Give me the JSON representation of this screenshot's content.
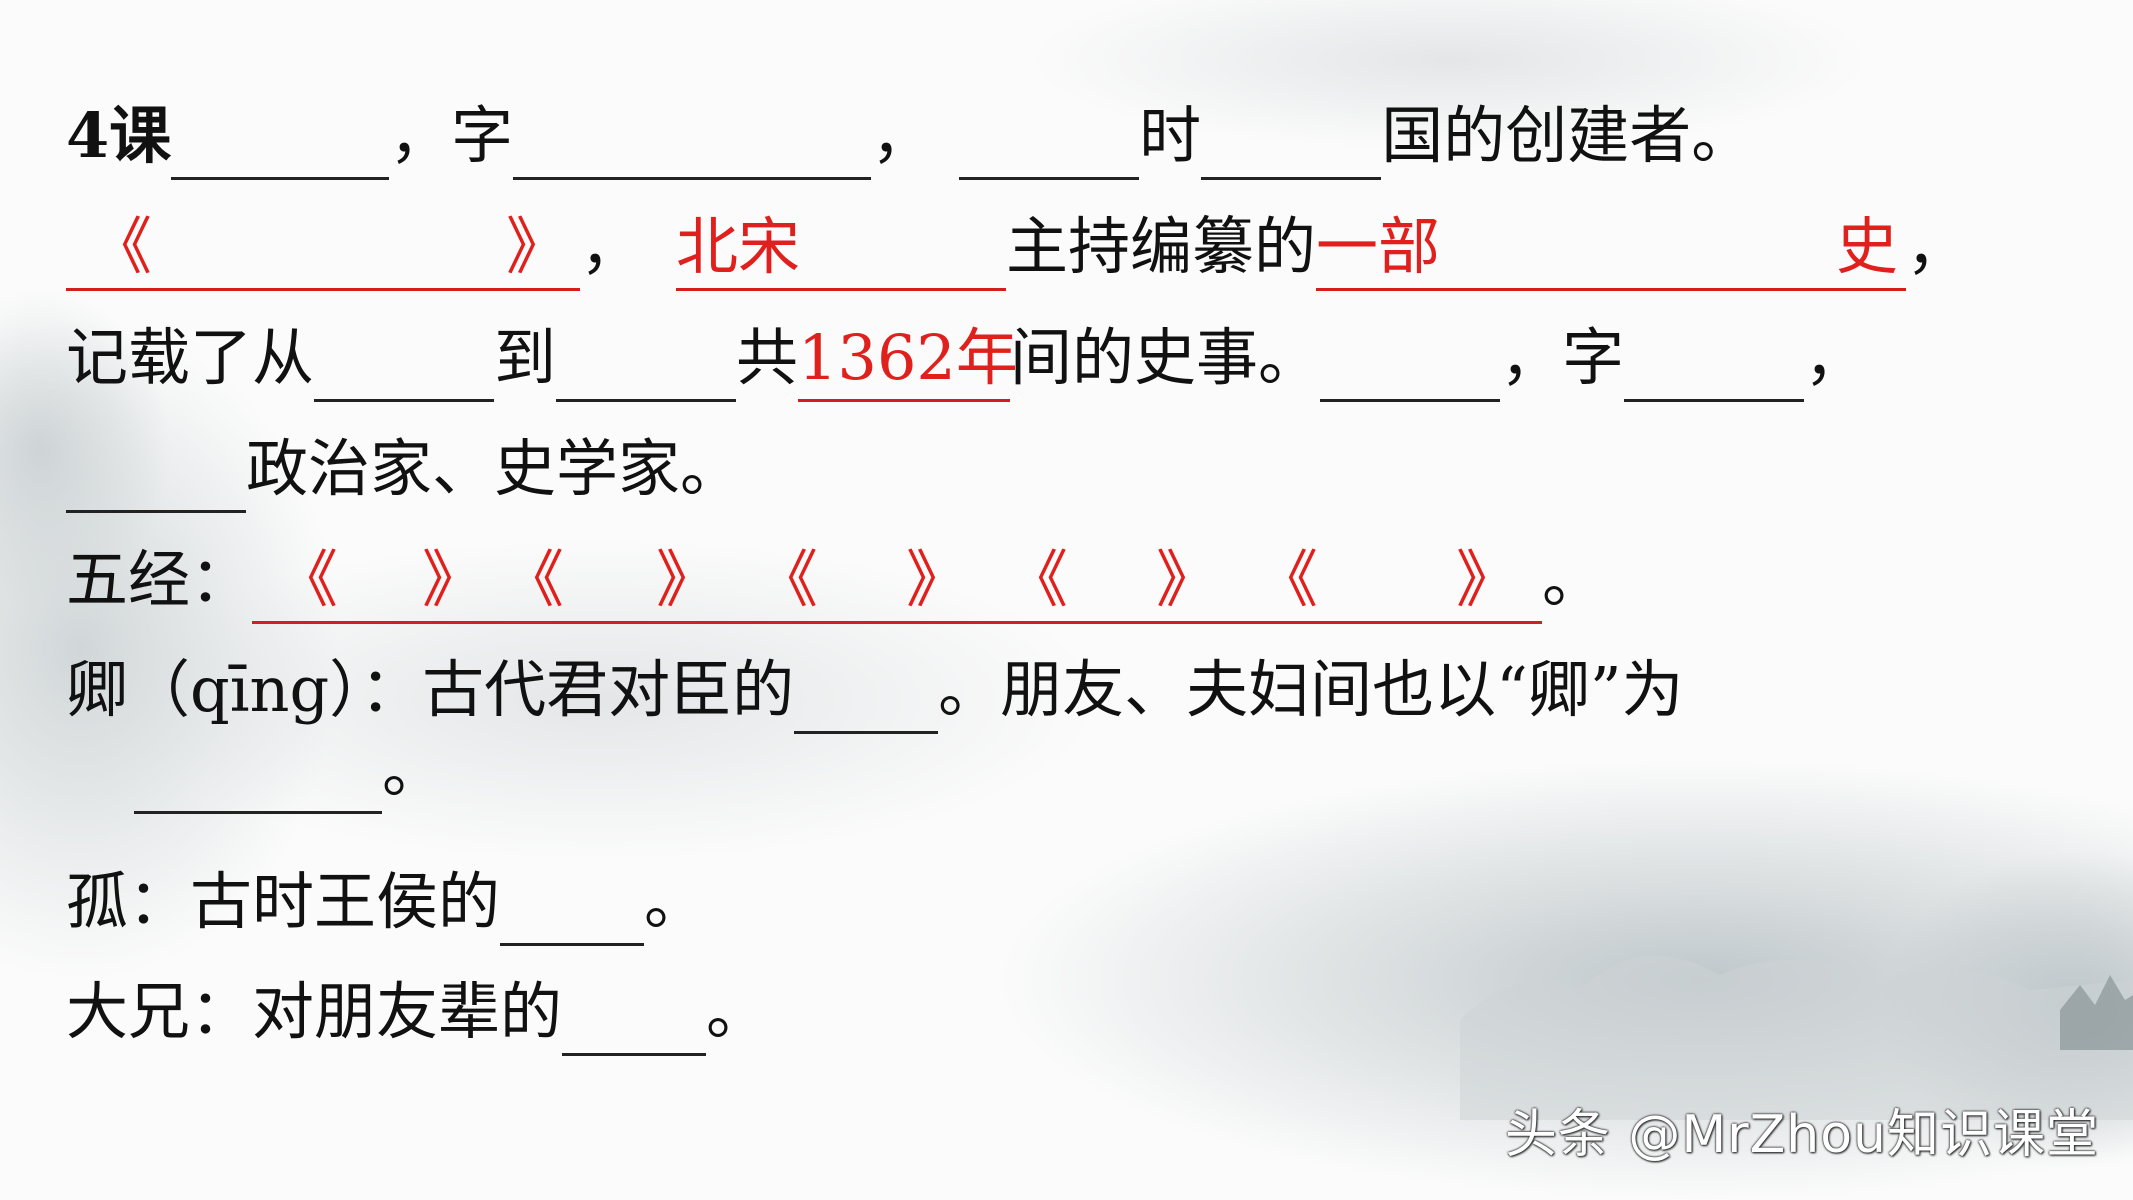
{
  "line1": {
    "prefix": "4课",
    "comma1": "，字",
    "comma2": "，",
    "shi": "时",
    "end": "国的创建者。"
  },
  "line2": {
    "book_open": "《",
    "book_close": "》",
    "comma": "，",
    "dynasty": "北宋",
    "middle": "主持编纂的",
    "yibu": "一部",
    "shi": "史",
    "end": "，"
  },
  "line3": {
    "start": "记载了从",
    "dao": "到",
    "gong": "共",
    "years": "1362年",
    "mid": "间的史事。",
    "zi": "，字",
    "end": "，"
  },
  "line4": {
    "text": "政治家、史学家。"
  },
  "line5": {
    "label": "五经：",
    "books": [
      {
        "open": "《",
        "close": "》"
      },
      {
        "open": "《",
        "close": "》"
      },
      {
        "open": "《",
        "close": "》"
      },
      {
        "open": "《",
        "close": "》"
      },
      {
        "open": "《",
        "close": "》"
      }
    ],
    "end": "。"
  },
  "line6": {
    "text": "卿（qīng）：古代君对臣的",
    "mid": "。朋友、夫妇间也以“卿”为"
  },
  "line7": {
    "end": "。"
  },
  "line8": {
    "text": "孤：古时王侯的",
    "end": "。"
  },
  "line9": {
    "text": "大兄：对朋友辈的",
    "end": "。"
  },
  "watermark": "头条 @MrZhou知识课堂",
  "colors": {
    "answer_red": "#e0201c",
    "text": "#111111"
  }
}
